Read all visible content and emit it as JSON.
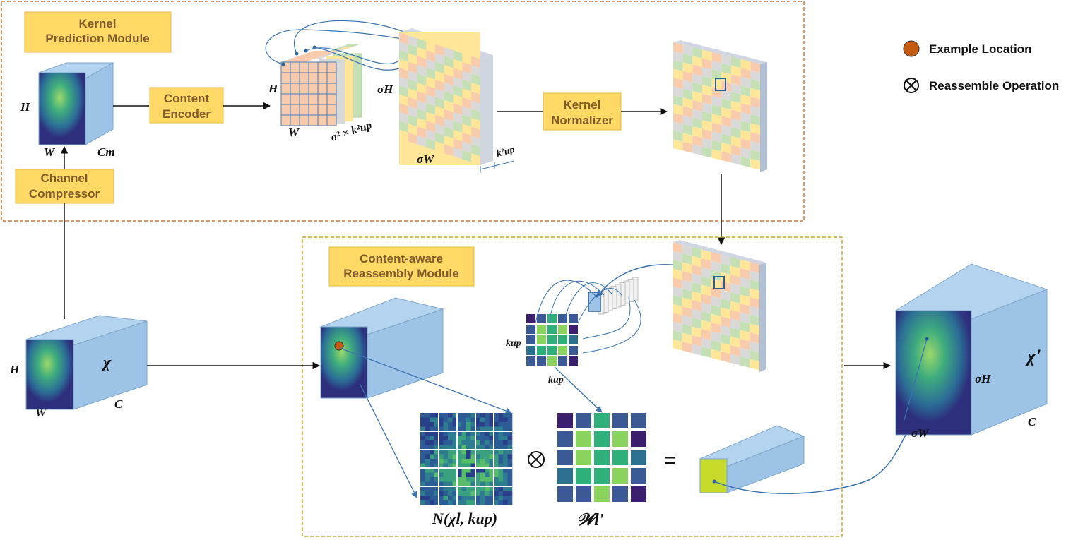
{
  "modules": {
    "kernel_prediction": "Kernel Prediction Module",
    "reassembly": "Content-aware Reassembly Module"
  },
  "blocks": {
    "content_encoder": "Content Encoder",
    "kernel_normalizer": "Kernel Normalizer",
    "channel_compressor": "Channel Compressor"
  },
  "legend": {
    "example_location": "Example Location",
    "reassemble_operation": "Reassemble Operation"
  },
  "math": {
    "H": "H",
    "W": "W",
    "Cm": "Cm",
    "C": "C",
    "chi": "χ",
    "chi_prime": "χ'",
    "sigmaH": "σH",
    "sigmaW": "σW",
    "sigma2k2": "σ² × k²up",
    "k2up": "k²up",
    "kup": "kup",
    "neighborhood": "N(χl, kup)",
    "weights": "𝒲l'",
    "otimes": "⊗",
    "equals": "="
  },
  "colors": {
    "module_border_top": "#d9763a",
    "module_border_bottom": "#c9a227",
    "block_fill": "#ffd966",
    "cube_face": "#9dc3e6",
    "checker": [
      "#f8cbad",
      "#d9d9d9",
      "#c5e0b4",
      "#ffe699",
      "#f8cbad",
      "#d9d9d9"
    ],
    "example_dot": "#c55a11",
    "arrow_blue": "#3a73b0"
  }
}
